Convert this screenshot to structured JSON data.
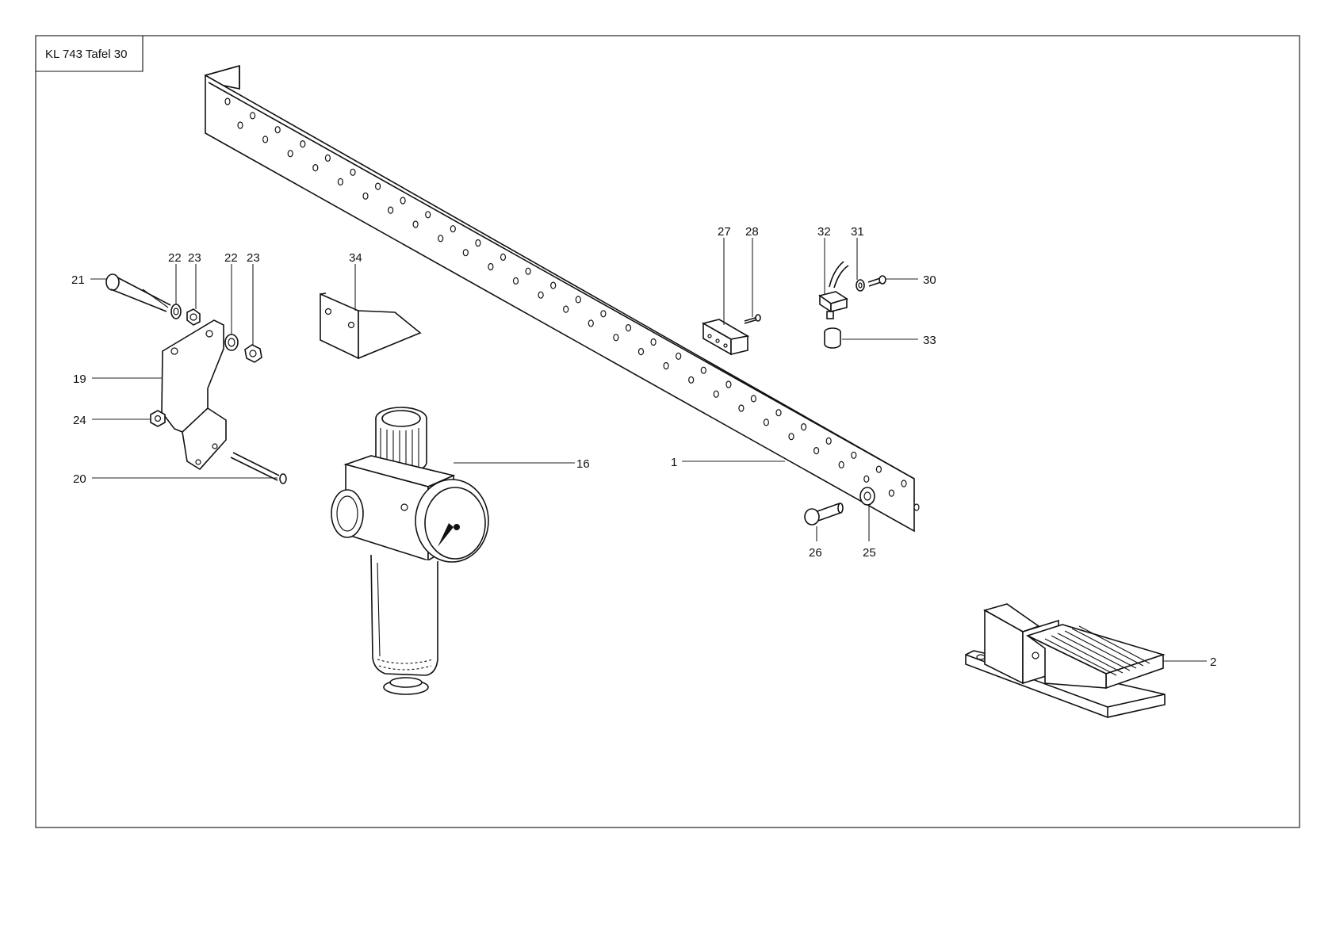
{
  "sheet": {
    "title": "KL 743 Tafel 30"
  },
  "callouts": {
    "c1": "1",
    "c2": "2",
    "c16": "16",
    "c19": "19",
    "c20": "20",
    "c21": "21",
    "c22a": "22",
    "c23a": "23",
    "c22b": "22",
    "c23b": "23",
    "c24": "24",
    "c25": "25",
    "c26": "26",
    "c27": "27",
    "c28": "28",
    "c30": "30",
    "c31": "31",
    "c32": "32",
    "c33": "33",
    "c34": "34"
  }
}
